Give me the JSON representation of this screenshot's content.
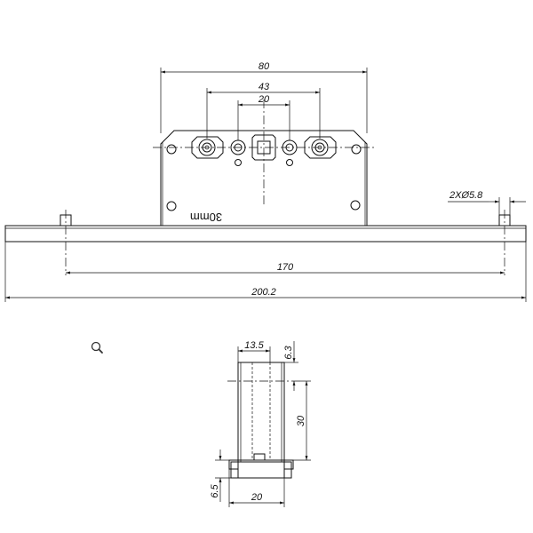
{
  "dimensions": {
    "width_80": "80",
    "spacing_43": "43",
    "spacing_20": "20",
    "holes": "2XØ5.8",
    "hole_spacing_170": "170",
    "overall_200": "200.2",
    "width_13_5": "13.5",
    "top_6_3": "6.3",
    "height_30": "30",
    "base_6_5": "6.5",
    "base_width_20": "20"
  },
  "engraving": "30mm",
  "icons": {
    "zoom": "magnifier-icon"
  }
}
